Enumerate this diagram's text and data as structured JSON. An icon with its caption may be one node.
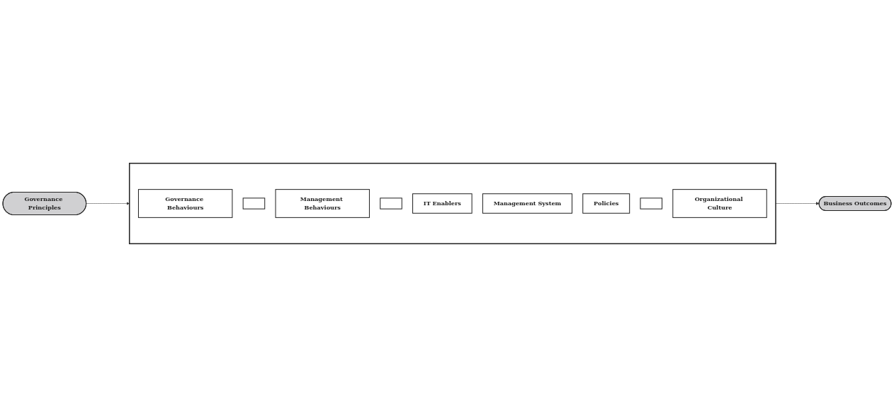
{
  "diagram": {
    "nodes": [
      {
        "text": [
          "Governance Principles"
        ]
      },
      {
        "text": [],
        "shape": "box"
      },
      {
        "text": [
          "Governance Behaviours"
        ],
        "in": 1
      },
      {
        "text": [],
        "shape": "box",
        "in": 1
      },
      {
        "text": [
          "Management Behaviours"
        ],
        "in": 1
      },
      {
        "text": [],
        "shape": "box",
        "in": 1
      },
      {
        "text": [
          "IT Enablers"
        ],
        "in": 1
      },
      {
        "text": [
          "Management System"
        ],
        "in": 1
      },
      {
        "text": [
          "Policies"
        ],
        "in": 1
      },
      {
        "text": [],
        "shape": "box",
        "in": 1
      },
      {
        "text": [
          "Organizational Culture"
        ],
        "in": 1
      },
      {
        "text": [
          "Business Outcomes"
        ]
      }
    ],
    "edges": [
      {
        "from": 0,
        "to": 1,
        "arrow": "to"
      },
      {
        "from": 1,
        "to": 11,
        "arrow": "to"
      }
    ]
  }
}
